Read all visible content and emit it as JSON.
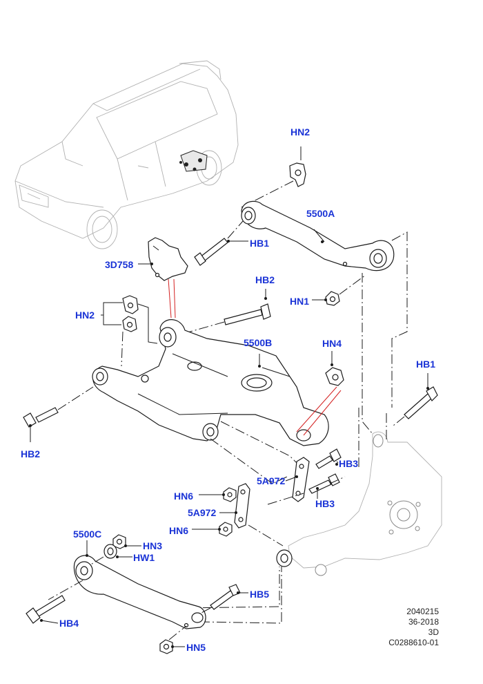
{
  "callouts": {
    "HN2_top": "HN2",
    "5500A": "5500A",
    "HB1_left": "HB1",
    "3D758": "3D758",
    "HB2_top": "HB2",
    "HN1": "HN1",
    "HN2_left": "HN2",
    "5500B": "5500B",
    "HN4": "HN4",
    "HB1_right": "HB1",
    "HB2_left": "HB2",
    "HB3_top": "HB3",
    "5A972_top": "5A972",
    "HN6_top": "HN6",
    "5A972_bottom": "5A972",
    "HB3_bottom": "HB3",
    "HN6_bottom": "HN6",
    "5500C": "5500C",
    "HN3": "HN3",
    "HW1": "HW1",
    "HB5": "HB5",
    "HB4": "HB4",
    "HN5": "HN5"
  },
  "footer": {
    "line1": "2040215",
    "line2": "36-2018",
    "line3": "3D",
    "line4": "C0288610-01"
  },
  "colors": {
    "callout": "#1a33d6",
    "linework": "#1a1a1a",
    "vehicle_outline": "#b0b0b0",
    "leader_red": "#d42020"
  }
}
